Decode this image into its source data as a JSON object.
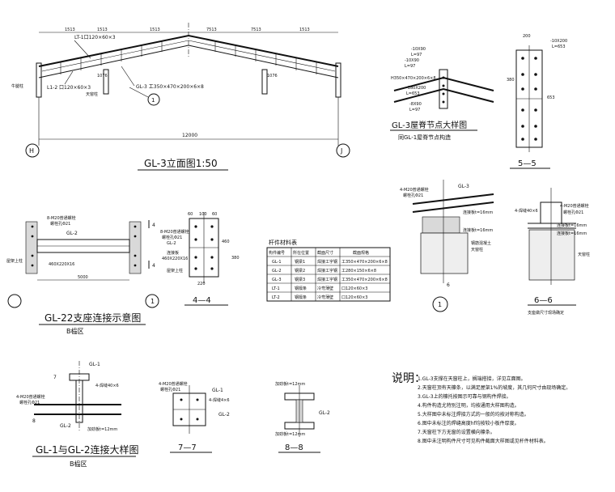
{
  "elevation": {
    "title": "GL-3立面图1:50",
    "lt1": "LT-1口120×60×3",
    "lt2": "L1-2 口120×60×3",
    "gl3_sec": "GL-3 工350×470×200×6×8",
    "note_ridge": "天窗柱",
    "note_left": "牛腿柱",
    "span_total": "12000",
    "dims_top": [
      "1513",
      "1513",
      "1513",
      "7513",
      "7513",
      "1513"
    ],
    "dim_bottom_left": "1076",
    "dim_bottom_right": "1076",
    "axis_left": "H",
    "axis_right": "J",
    "callout": "1"
  },
  "ridge_detail": {
    "title": "GL-3屋脊节点大样图",
    "subtitle": "同GL-1屋脊节点构造",
    "labels": [
      "-10X90",
      "L=97",
      "-10X90",
      "L=97",
      "H350×470×200×6×8",
      "-180X200",
      "L=653",
      "-8X90",
      "L=97"
    ]
  },
  "sec55": {
    "title": "5—5",
    "labels": [
      "200",
      "-10X200",
      "L=653",
      "380",
      "653"
    ]
  },
  "gl22": {
    "title": "GL-22支座连接示意图",
    "area": "B榀区",
    "bolts": "8-M20普通螺栓",
    "hole": "螺栓孔Φ21",
    "beam": "GL-2",
    "beam_note": "屋架上柱",
    "section": "460X220X16",
    "span": "5000",
    "cut": "4",
    "axis": "1"
  },
  "sec44": {
    "title": "4—4",
    "bolts": "8-M20普通螺栓",
    "hole": "螺栓孔Φ21",
    "beam": "GL-2",
    "plate": "连接板",
    "plate_size": "460X220X16",
    "col": "屋架上柱",
    "dims": [
      "60",
      "100",
      "60",
      "220",
      "460",
      "380"
    ]
  },
  "member_table": {
    "title": "杆件材料表",
    "headers": [
      "构件编号",
      "所在位置",
      "截面尺寸",
      "截面规格"
    ],
    "rows": [
      [
        "GL-1",
        "钢梁1",
        "焊接工字钢",
        "工350×470×200×6×8"
      ],
      [
        "GL-2",
        "钢梁2",
        "焊接工字钢",
        "工280×150×6×8"
      ],
      [
        "GL-3",
        "钢梁3",
        "焊接工字钢",
        "工350×470×200×6×8"
      ],
      [
        "LT-1",
        "钢檩条",
        "冷弯薄壁",
        "口120×60×3"
      ],
      [
        "LT-2",
        "钢檩条",
        "冷弯薄壁",
        "口120×60×3"
      ]
    ]
  },
  "detail1": {
    "bolts": "4-M20普通螺栓",
    "hole": "螺栓孔Φ21",
    "beam": "GL-3",
    "stiff": "连接板t=16mm",
    "stiff2": "连接板t=16mm",
    "col": "钢筋混凝土",
    "col2": "天窗柱",
    "cut": "6",
    "axis": "1"
  },
  "sec66": {
    "title": "6—6",
    "subtitle": "支座做尺寸现场确定",
    "bolts": "4-M20普通螺栓",
    "weld": "4-焊缝40×6",
    "hole": "螺栓孔Φ21",
    "plate1": "连接板t=16mm",
    "plate2": "连接板t=16mm",
    "col": "天窗柱"
  },
  "gl1gl2": {
    "title": "GL-1与GL-2连接大样图",
    "area": "B榀区",
    "gl1": "GL-1",
    "gl2": "GL-2",
    "bolts": "4-M20普通螺栓",
    "hole": "螺栓孔Φ21",
    "weld": "4-焊缝40×6",
    "plate": "加劲板t=12mm",
    "cut": "7",
    "cut2": "8"
  },
  "sec77": {
    "title": "7—7",
    "bolts": "4-M20普通螺栓",
    "hole": "螺栓孔Φ21",
    "gl1": "GL-1",
    "gl2": "GL-2",
    "weld": "4-焊缝4×6"
  },
  "sec88": {
    "title": "8—8",
    "p1": "加劲板t=12mm",
    "p2": "加劲板t=12mm",
    "gl2": "GL-2"
  },
  "notes": {
    "heading": "说明：",
    "items": [
      "1.GL-3支撑在天窗柱上，搁端搭接，详见立面图。",
      "2.天窗柱顶有天檩条，以满足屋架1%的坡度，其几何尺寸由现场确定。",
      "3.GL-3上的檩托按图示可靠与钢构件焊接。",
      "4.构件构造尤特别注明，均按通用大样图构造。",
      "5.大样图中未标注焊接方式的一般的均按对称构造。",
      "6.图中未标注的焊缝高度hf均按较小板件厚度。",
      "7.天窗柱下方无窗的设置横向檩条。",
      "8.图中未注明构件尺寸可见构件截面大样图或见杆件材料表。"
    ]
  }
}
